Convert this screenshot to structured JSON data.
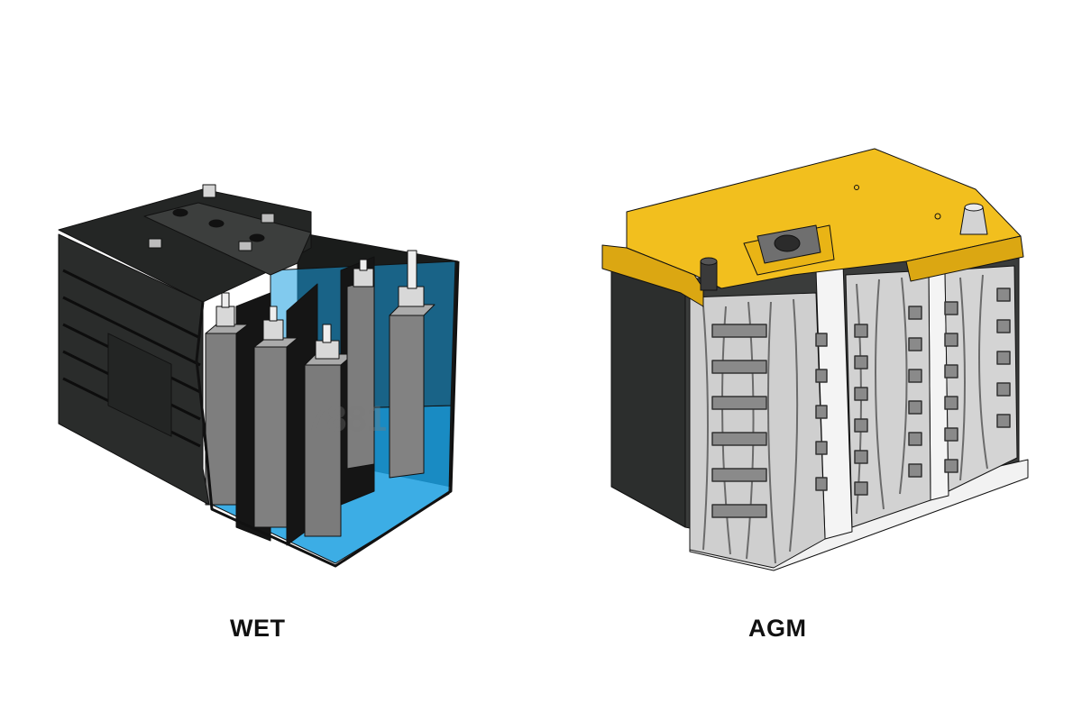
{
  "labels": {
    "wet": "WET",
    "agm": "AGM"
  },
  "watermark": "7881",
  "colors": {
    "case_dark": "#2b2d2c",
    "case_top": "#1f2120",
    "electrolyte": "#1b9ee0",
    "plate_gray": "#8a8a8a",
    "lid_yellow": "#f2bf1e",
    "mat_light": "#c8c8c8",
    "separator_white": "#f1f1f1"
  },
  "icons": [
    "wet-battery-illustration",
    "agm-battery-illustration"
  ]
}
